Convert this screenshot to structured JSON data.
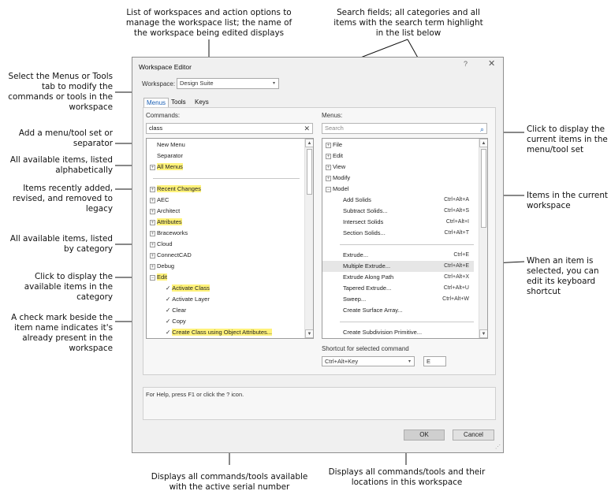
{
  "callouts": {
    "workspace_list": "List of workspaces and action options to manage the workspace list; the name of the workspace being edited displays",
    "search_fields": "Search fields; all categories and all items with the search term highlight in the list below",
    "select_tab": "Select the Menus or Tools tab to modify the commands or tools in the workspace",
    "add_menu_tool": "Add a menu/tool set or separator",
    "all_alpha": "All available items, listed alphabetically",
    "recent": "Items recently added, revised, and removed to legacy",
    "by_category": "All available items, listed by category",
    "click_display_cat": "Click to display the available items in the category",
    "check_mark": "A check mark beside the item name indicates it's already present in the workspace",
    "click_display_current": "Click to display the current items in the menu/tool set",
    "items_current": "Items in the current workspace",
    "item_selected": "When an item is selected, you can edit its keyboard shortcut",
    "displays_serial": "Displays all commands/tools available with the active serial number",
    "displays_locations": "Displays all commands/tools and their locations in this workspace"
  },
  "dialog": {
    "title": "Workspace Editor",
    "help_glyph": "?",
    "close_glyph": "✕",
    "workspace_label": "Workspace:",
    "workspace_value": "Design Suite",
    "tabs": [
      "Menus",
      "Tools",
      "Keys"
    ],
    "commands_label": "Commands:",
    "commands_search_value": "class",
    "clear_glyph": "✕",
    "menus_label": "Menus:",
    "menus_search_placeholder": "Search",
    "commands": [
      {
        "label": "New Menu",
        "exp": "",
        "check": "",
        "hl": false
      },
      {
        "label": "Separator",
        "exp": "",
        "check": "",
        "hl": false
      },
      {
        "label": "All Menus",
        "exp": "+",
        "check": "",
        "hl": true
      },
      {
        "label": "",
        "exp": "",
        "check": "",
        "hl": false
      },
      {
        "label": "Recent Changes",
        "exp": "+",
        "check": "",
        "hl": true
      },
      {
        "label": "AEC",
        "exp": "+",
        "check": "",
        "hl": false
      },
      {
        "label": "Architect",
        "exp": "+",
        "check": "",
        "hl": false
      },
      {
        "label": "Attributes",
        "exp": "+",
        "check": "",
        "hl": true
      },
      {
        "label": "Braceworks",
        "exp": "+",
        "check": "",
        "hl": false
      },
      {
        "label": "Cloud",
        "exp": "+",
        "check": "",
        "hl": false
      },
      {
        "label": "ConnectCAD",
        "exp": "+",
        "check": "",
        "hl": false
      },
      {
        "label": "Debug",
        "exp": "+",
        "check": "",
        "hl": false
      },
      {
        "label": "Edit",
        "exp": "−",
        "check": "",
        "hl": true
      },
      {
        "label": "Activate Class",
        "exp": "",
        "check": "✓",
        "hl": true
      },
      {
        "label": "Activate Layer",
        "exp": "",
        "check": "✓",
        "hl": false
      },
      {
        "label": "Clear",
        "exp": "",
        "check": "✓",
        "hl": false
      },
      {
        "label": "Copy",
        "exp": "",
        "check": "✓",
        "hl": false
      },
      {
        "label": "Create Class using Object Attributes...",
        "exp": "",
        "check": "✓",
        "hl": true
      }
    ],
    "menus": [
      {
        "label": "File",
        "exp": "+",
        "shortcut": "",
        "indent": 0
      },
      {
        "label": "Edit",
        "exp": "+",
        "shortcut": "",
        "indent": 0
      },
      {
        "label": "View",
        "exp": "+",
        "shortcut": "",
        "indent": 0
      },
      {
        "label": "Modify",
        "exp": "+",
        "shortcut": "",
        "indent": 0
      },
      {
        "label": "Model",
        "exp": "−",
        "shortcut": "",
        "indent": 0
      },
      {
        "label": "Add Solids",
        "exp": "",
        "shortcut": "Ctrl+Alt+A",
        "indent": 1
      },
      {
        "label": "Subtract Solids...",
        "exp": "",
        "shortcut": "Ctrl+Alt+S",
        "indent": 1
      },
      {
        "label": "Intersect Solids",
        "exp": "",
        "shortcut": "Ctrl+Alt+I",
        "indent": 1
      },
      {
        "label": "Section Solids...",
        "exp": "",
        "shortcut": "Ctrl+Alt+T",
        "indent": 1
      },
      {
        "label": "",
        "exp": "",
        "shortcut": "",
        "indent": 1
      },
      {
        "label": "Extrude...",
        "exp": "",
        "shortcut": "Ctrl+E",
        "indent": 1
      },
      {
        "label": "Multiple Extrude...",
        "exp": "",
        "shortcut": "Ctrl+Alt+E",
        "indent": 1
      },
      {
        "label": "Extrude Along Path",
        "exp": "",
        "shortcut": "Ctrl+Alt+X",
        "indent": 1
      },
      {
        "label": "Tapered Extrude...",
        "exp": "",
        "shortcut": "Ctrl+Alt+U",
        "indent": 1
      },
      {
        "label": "Sweep...",
        "exp": "",
        "shortcut": "Ctrl+Alt+W",
        "indent": 1
      },
      {
        "label": "Create Surface Array...",
        "exp": "",
        "shortcut": "",
        "indent": 1
      },
      {
        "label": "",
        "exp": "",
        "shortcut": "",
        "indent": 1
      },
      {
        "label": "Create Subdivision Primitive...",
        "exp": "",
        "shortcut": "",
        "indent": 1
      }
    ],
    "shortcut_label": "Shortcut for selected command",
    "shortcut_modifier": "Ctrl+Alt+Key",
    "shortcut_key": "E",
    "help_text": "For Help, press F1 or click the ? icon.",
    "ok_label": "OK",
    "cancel_label": "Cancel"
  }
}
